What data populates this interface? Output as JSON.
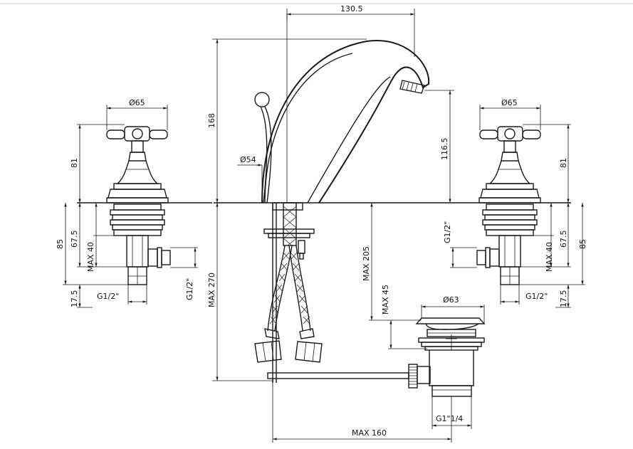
{
  "dimensions": {
    "spout_reach": "130.5",
    "total_height": "168",
    "spout_height": "116.5",
    "base_diameter": "Ø54",
    "handle_diameter_left": "Ø65",
    "handle_diameter_right": "Ø65",
    "handle_height_left": "81",
    "handle_height_right": "81",
    "below_deck_left": "85",
    "below_deck_right": "85",
    "shank_left": "67.5",
    "shank_right": "67.5",
    "max40_left": "MAX 40",
    "max40_right": "MAX 40",
    "thread_left": "17.5",
    "thread_right": "17.5",
    "g12_left_h": "G1/2\"",
    "g12_right_h": "G1/2\"",
    "g12_left_v": "G1/2\"",
    "g12_right_v": "G1/2\"",
    "max270": "MAX 270",
    "max205": "MAX 205",
    "max45": "MAX 45",
    "waste_diameter": "Ø63",
    "waste_thread": "G1\"1/4",
    "max160": "MAX 160"
  }
}
